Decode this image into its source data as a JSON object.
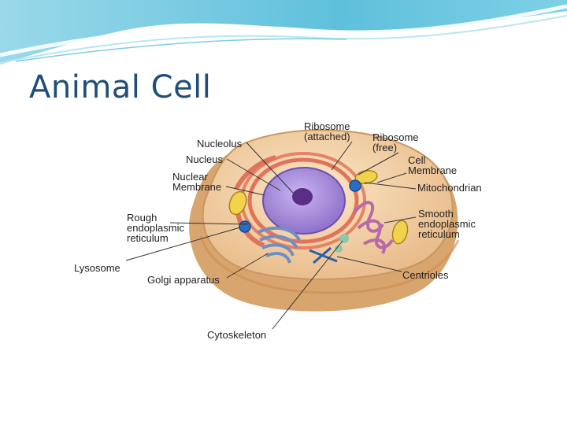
{
  "slide": {
    "title": "Animal Cell"
  },
  "labels": {
    "nucleolus": "Nucleolus",
    "nucleus": "Nucleus",
    "nuclear_membrane": [
      "Nuclear",
      "Membrane"
    ],
    "rough_er": [
      "Rough",
      "endoplasmic",
      "reticulum"
    ],
    "lysosome": "Lysosome",
    "golgi": "Golgi apparatus",
    "cytoskeleton": "Cytoskeleton",
    "ribosome_attached": [
      "Ribosome",
      "(attached)"
    ],
    "ribosome_free": [
      "Ribosome",
      "(free)"
    ],
    "cell_membrane": [
      "Cell",
      "Membrane"
    ],
    "mitochondrian": "Mitochondrian",
    "smooth_er": [
      "Smooth",
      "endoplasmic",
      "reticulum"
    ],
    "centrioles": "Centrioles"
  },
  "colors": {
    "title": "#1f4e79",
    "banner": "#6cc6dc",
    "cytoplasm": "#efc99a",
    "nucleus": "#9c7fd6",
    "rough_er": "#e0745a",
    "golgi": "#6f8fc4",
    "mitochondria": "#f2d24a",
    "lysosome": "#2b6cc4"
  }
}
